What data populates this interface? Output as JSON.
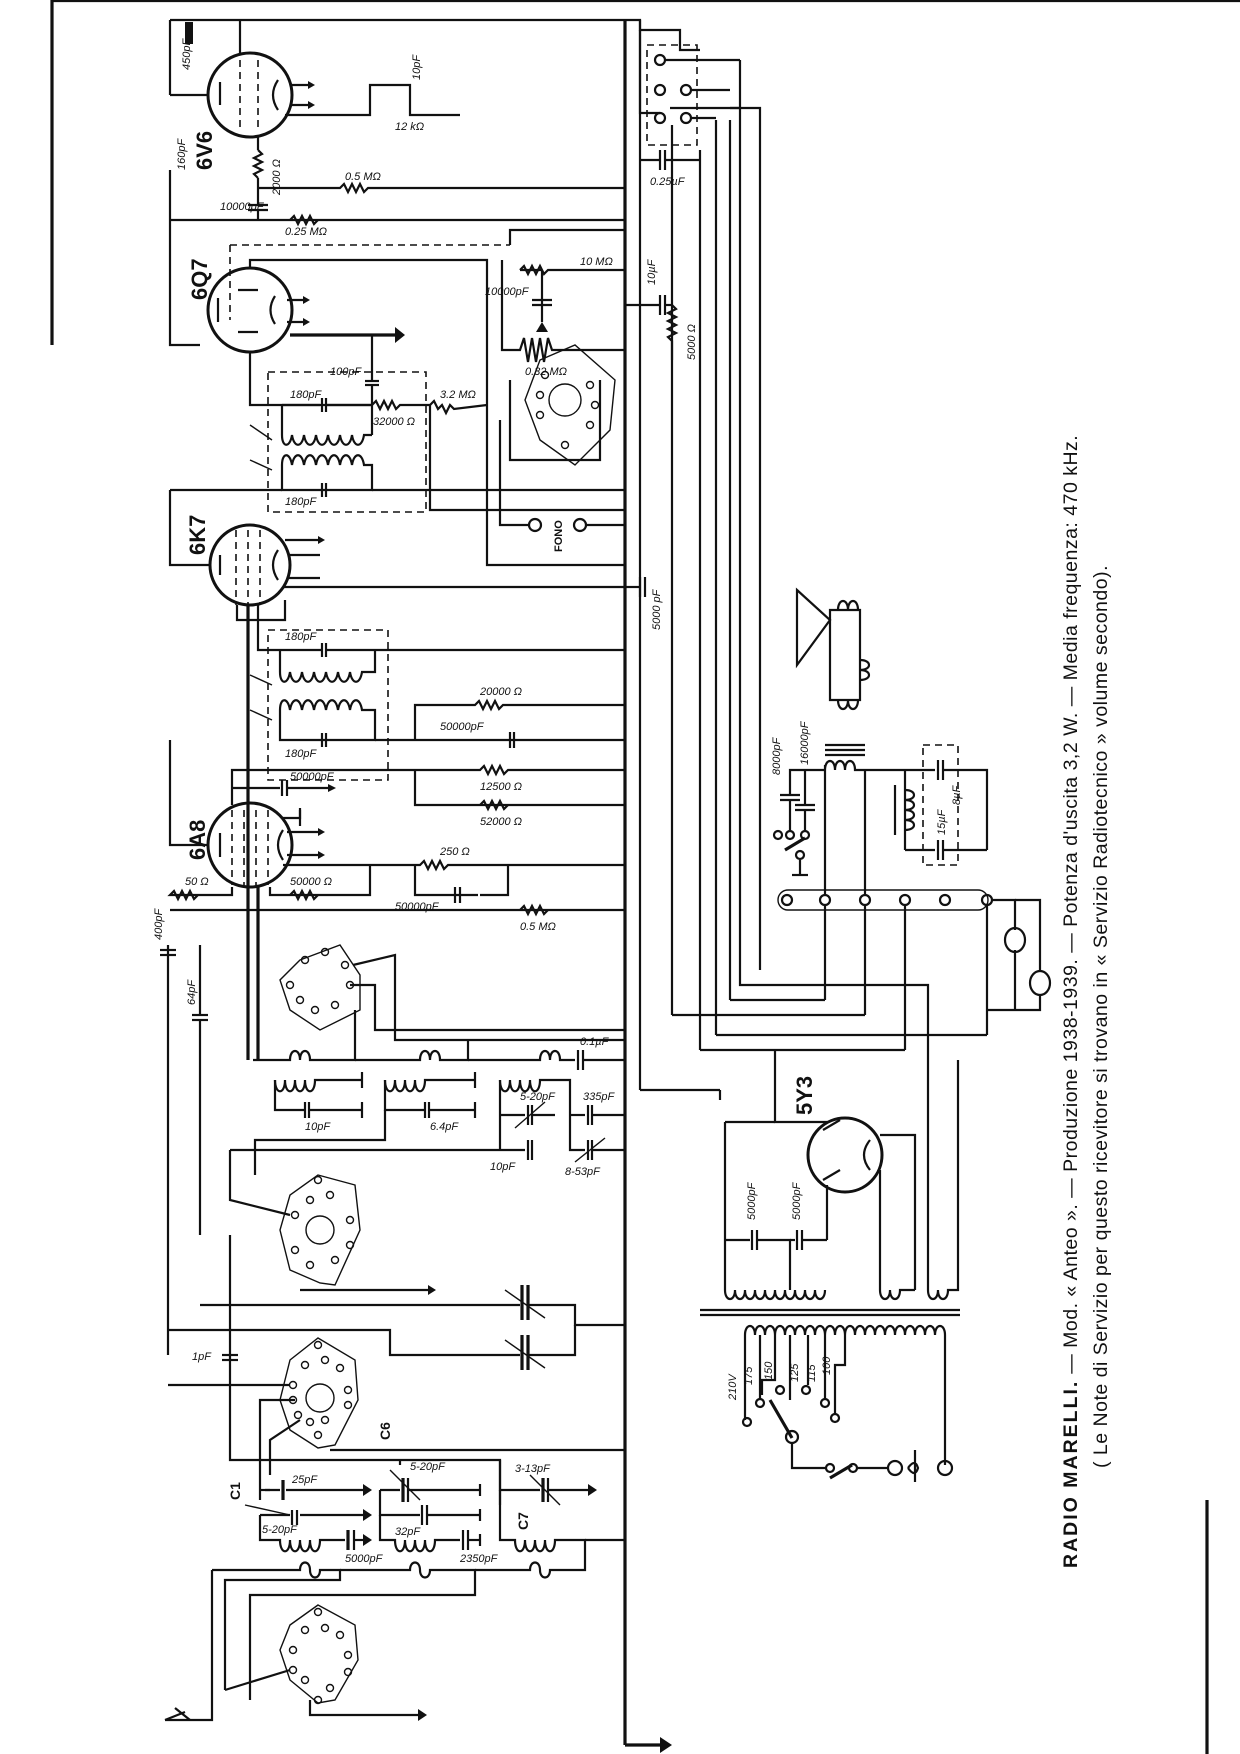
{
  "caption": {
    "brand": "RADIO MARELLI.",
    "line1_rest": " — Mod. « Anteo ». — Produzione 1938-1939. — Potenza d'uscita 3,2 W. — Media frequenza: 470 kHz.",
    "line2": "( Le Note di Servizio per questo ricevitore si trovano in « Servizio Radiotecnico » volume secondo)."
  },
  "tubes": {
    "output": "6V6",
    "detector": "6Q7",
    "if_amp": "6K7",
    "converter": "6A8",
    "rectifier": "5Y3"
  },
  "components": {
    "c_6v6_anode": "450pF",
    "c_6v6_screen": "160pF",
    "r_6v6_grid": "2000 Ω",
    "c_6v6_fb": "10pF",
    "r_6v6_tone": "12 kΩ",
    "r_05m": "0.5 MΩ",
    "c_10000": "10000pF",
    "r_025m": "0.25 MΩ",
    "c_025uf": "0.25µF",
    "r_10m": "10 MΩ",
    "c_10uf": "10µF",
    "c_10000b": "10000pF",
    "pot_032m": "0.32 MΩ",
    "r_5000": "5000 Ω",
    "c_100pf": "100pF",
    "c_180_a": "180pF",
    "r_32000": "32000 Ω",
    "r_32m": "3.2 MΩ",
    "c_180_b": "180pF",
    "fono": "FONO",
    "c_5000_6k7": "5000 pF",
    "c_180_c": "180pF",
    "c_180_d": "180pF",
    "r_20000": "20000 Ω",
    "c_50000_a": "50000pF",
    "c_50000_b": "50000pF",
    "r_12500": "12500 Ω",
    "r_52000": "52000 Ω",
    "r_250": "250 Ω",
    "r_50000": "50000 Ω",
    "c_50000_c": "50000pF",
    "r_50": "50 Ω",
    "c_400pf": "400pF",
    "r_05m_b": "0.5 MΩ",
    "c_64pf": "64pF",
    "c_01uf": "0.1µF",
    "c_10pf_a": "10pF",
    "c_64pf_b": "6.4pF",
    "c_5_20_a": "5-20pF",
    "c_335": "335pF",
    "c_10pf_b": "10pF",
    "c_8_53": "8-53pF",
    "c6_label": "C6",
    "c1_label": "C1",
    "c7_label": "C7",
    "c_1pf": "1pF",
    "c_25pf": "25pF",
    "c_5_20_b": "5-20pF",
    "c_5_20_c": "5-20pF",
    "c_32pf": "32pF",
    "c_3_13": "3-13pF",
    "c_5000_ant": "5000pF",
    "c_2350": "2350pF",
    "c_8000": "8000pF",
    "c_16000": "16000pF",
    "c_15uf": "15µF",
    "c_8uf": "8µF",
    "c_5000_r1": "5000pF",
    "c_5000_r2": "5000pF",
    "mains_taps": [
      "210V",
      "175",
      "150",
      "125",
      "115",
      "100"
    ]
  }
}
